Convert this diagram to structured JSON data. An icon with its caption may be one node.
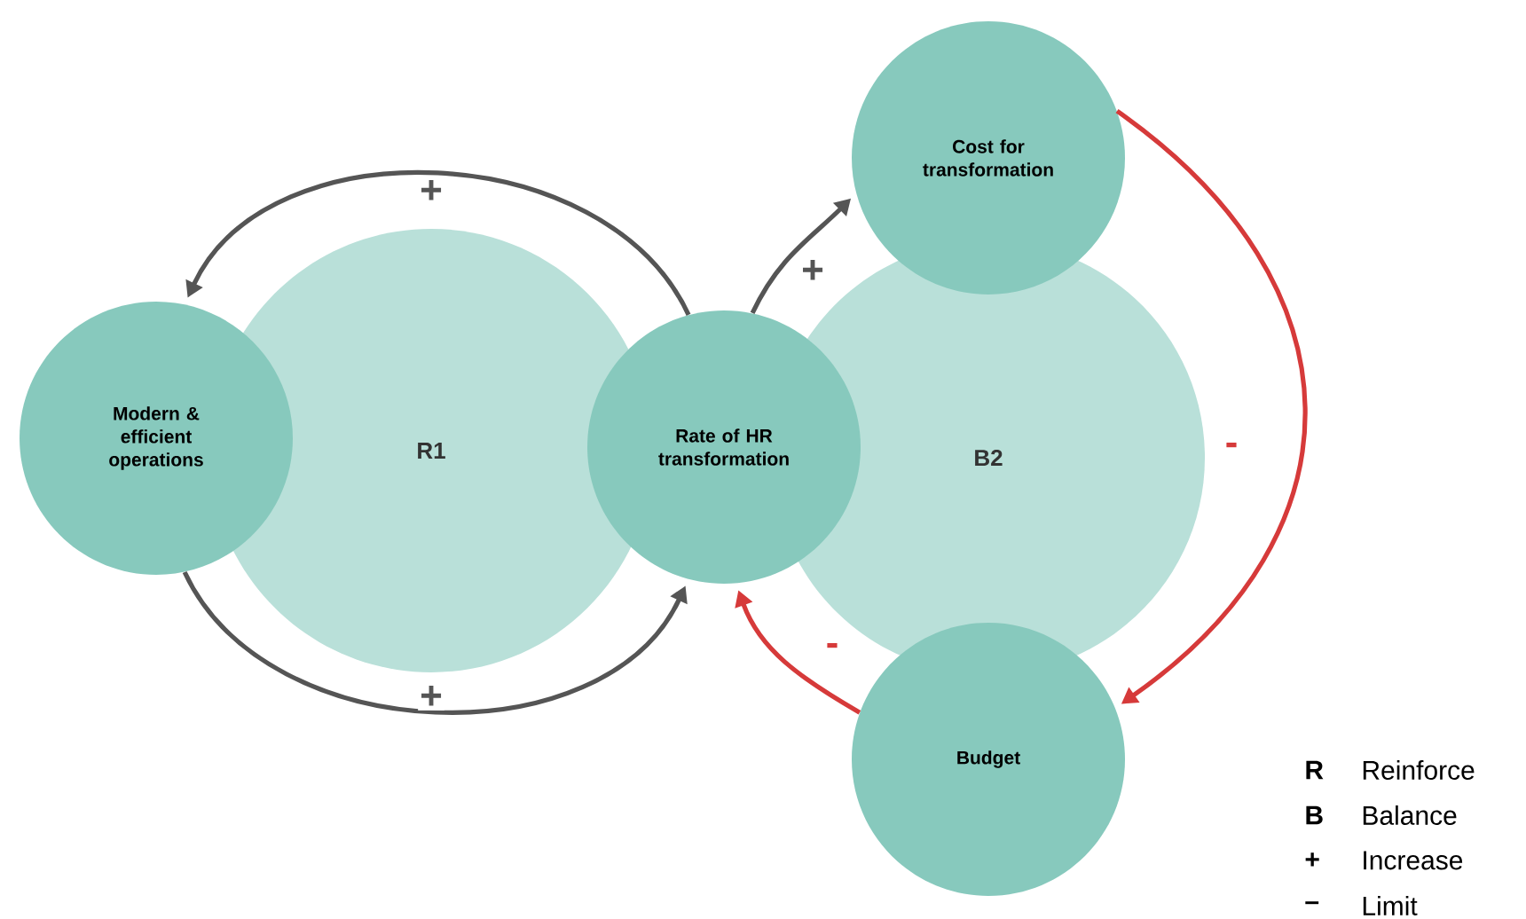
{
  "diagram": {
    "nodes": [
      {
        "text": [
          "Modern & efficient operations"
        ]
      },
      {
        "text": [
          "R1"
        ]
      },
      {
        "text": [
          "Rate of HR transformation"
        ]
      },
      {
        "text": [
          "Cost for transformation"
        ]
      },
      {
        "text": [
          "B2"
        ]
      },
      {
        "text": [
          "Budget"
        ]
      }
    ],
    "edges": [
      {
        "from": 2,
        "to": 0,
        "arrow": "to",
        "label": "+"
      },
      {
        "from": 0,
        "to": 2,
        "arrow": "to",
        "label": "+"
      },
      {
        "from": 2,
        "to": 3,
        "arrow": "to",
        "label": "+"
      },
      {
        "from": 3,
        "to": 5,
        "arrow": "to",
        "label": "-",
        "color": "#d63a3a"
      },
      {
        "from": 5,
        "to": 2,
        "arrow": "to",
        "label": "-",
        "color": "#d63a3a"
      }
    ],
    "labels": [
      "R",
      "Reinforce",
      "B",
      "Balance",
      "+",
      "Increase",
      "–",
      "Limit"
    ]
  }
}
